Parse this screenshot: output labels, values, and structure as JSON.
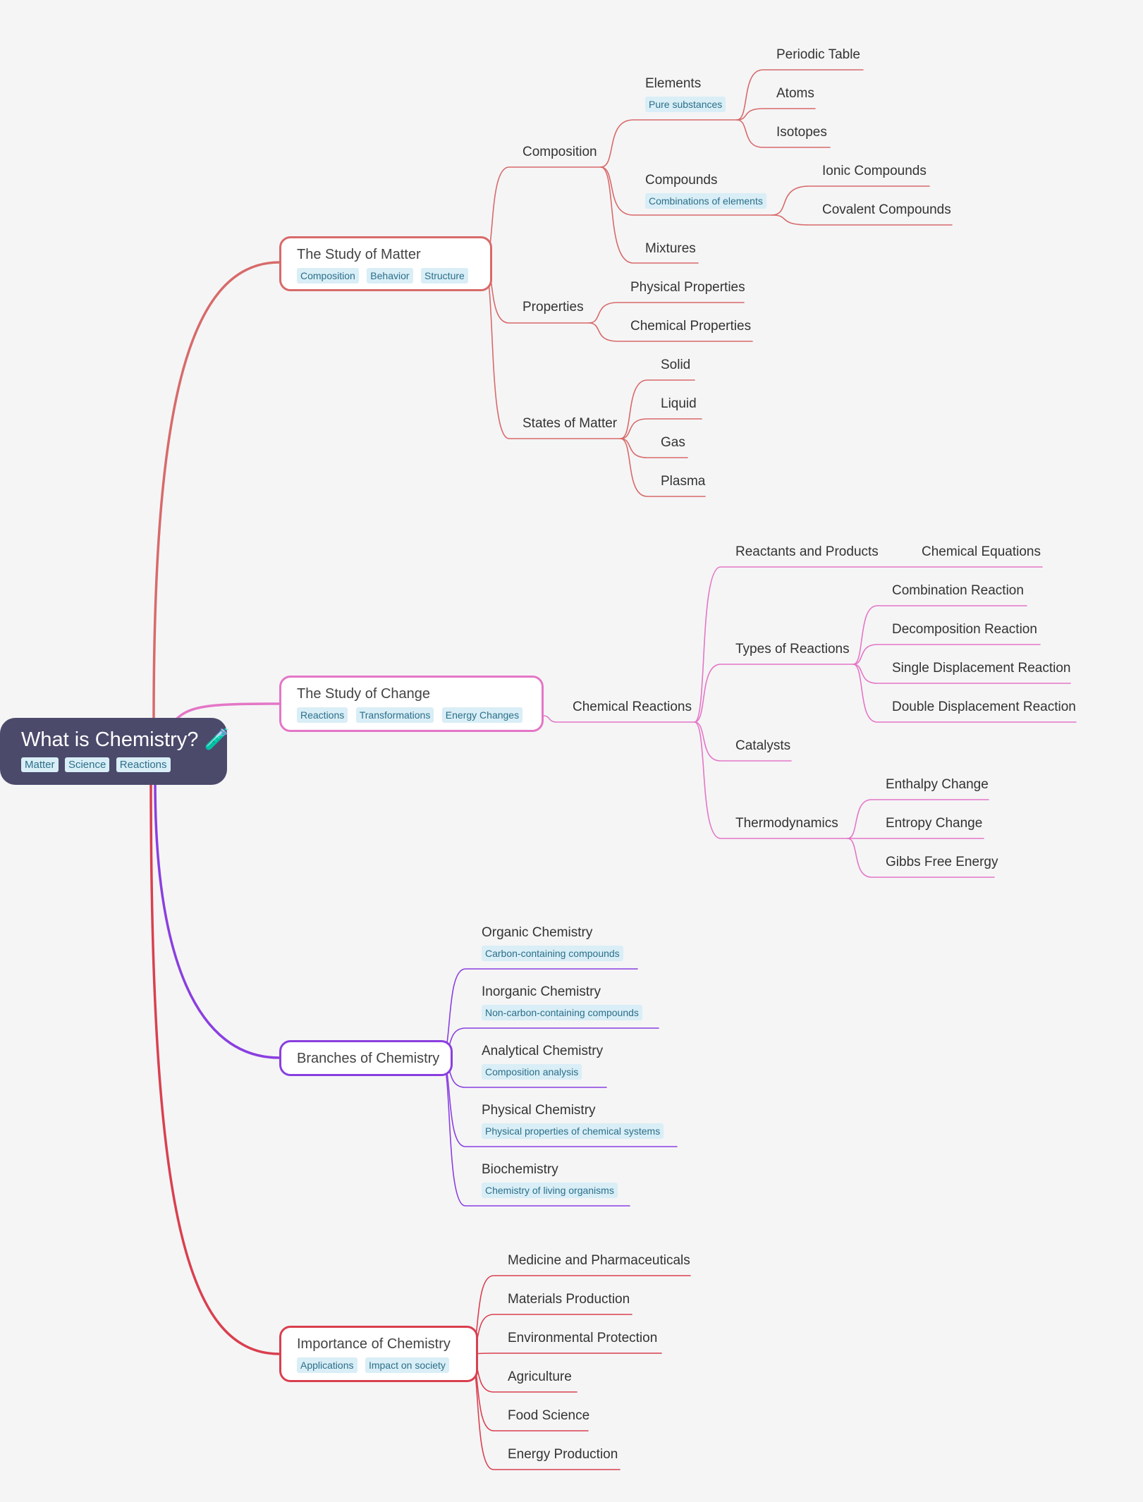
{
  "root": {
    "label": "What is Chemistry? 🧪",
    "tags": [
      "Matter",
      "Science",
      "Reactions"
    ]
  },
  "colors": {
    "matter": "#d86a6a",
    "change": "#e476c6",
    "branches": "#8a3fdf",
    "importance": "#d9404f"
  },
  "branches": [
    {
      "label": "The Study of Matter",
      "tags": [
        "Composition",
        "Behavior",
        "Structure"
      ],
      "children": [
        {
          "label": "Composition",
          "children": [
            {
              "label": "Elements",
              "note": "Pure substances",
              "children": [
                {
                  "label": "Periodic Table"
                },
                {
                  "label": "Atoms"
                },
                {
                  "label": "Isotopes"
                }
              ]
            },
            {
              "label": "Compounds",
              "note": "Combinations of elements",
              "children": [
                {
                  "label": "Ionic Compounds"
                },
                {
                  "label": "Covalent Compounds"
                }
              ]
            },
            {
              "label": "Mixtures"
            }
          ]
        },
        {
          "label": "Properties",
          "children": [
            {
              "label": "Physical Properties"
            },
            {
              "label": "Chemical Properties"
            }
          ]
        },
        {
          "label": "States of Matter",
          "children": [
            {
              "label": "Solid"
            },
            {
              "label": "Liquid"
            },
            {
              "label": "Gas"
            },
            {
              "label": "Plasma"
            }
          ]
        }
      ]
    },
    {
      "label": "The Study of Change",
      "tags": [
        "Reactions",
        "Transformations",
        "Energy Changes"
      ],
      "children": [
        {
          "label": "Chemical Reactions",
          "children": [
            {
              "label": "Reactants and Products",
              "children": [
                {
                  "label": "Chemical Equations"
                }
              ]
            },
            {
              "label": "Types of Reactions",
              "children": [
                {
                  "label": "Combination Reaction"
                },
                {
                  "label": "Decomposition Reaction"
                },
                {
                  "label": "Single Displacement Reaction"
                },
                {
                  "label": "Double Displacement Reaction"
                }
              ]
            },
            {
              "label": "Catalysts"
            },
            {
              "label": "Thermodynamics",
              "children": [
                {
                  "label": "Enthalpy Change"
                },
                {
                  "label": "Entropy Change"
                },
                {
                  "label": "Gibbs Free Energy"
                }
              ]
            }
          ]
        }
      ]
    },
    {
      "label": "Branches of Chemistry",
      "tags": [],
      "children": [
        {
          "label": "Organic Chemistry",
          "note": "Carbon-containing compounds"
        },
        {
          "label": "Inorganic Chemistry",
          "note": "Non-carbon-containing compounds"
        },
        {
          "label": "Analytical Chemistry",
          "note": "Composition analysis"
        },
        {
          "label": "Physical Chemistry",
          "note": "Physical properties of chemical systems"
        },
        {
          "label": "Biochemistry",
          "note": "Chemistry of living organisms"
        }
      ]
    },
    {
      "label": "Importance of Chemistry",
      "tags": [
        "Applications",
        "Impact on society"
      ],
      "children": [
        {
          "label": "Medicine and Pharmaceuticals"
        },
        {
          "label": "Materials Production"
        },
        {
          "label": "Environmental Protection"
        },
        {
          "label": "Agriculture"
        },
        {
          "label": "Food Science"
        },
        {
          "label": "Energy Production"
        }
      ]
    }
  ]
}
